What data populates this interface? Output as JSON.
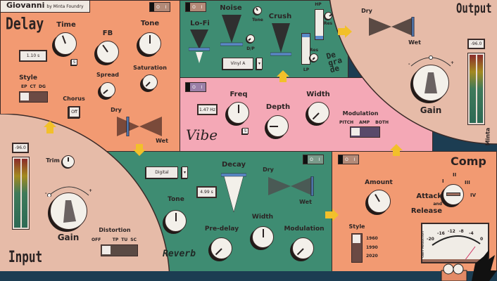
{
  "brand": {
    "name": "Giovanni",
    "by": "by Minta Foundry",
    "footer_logo": "Minta"
  },
  "colors": {
    "orange": "#f29a72",
    "green": "#3e8c72",
    "pink": "#f4a8b6",
    "beige": "#e6bba8",
    "accent_yellow": "#f2c02a",
    "slider_blue": "#5a8ac8",
    "bottom": "#1c3d52"
  },
  "power": {
    "off": "O",
    "on": "I"
  },
  "delay": {
    "title": "Delay",
    "time": {
      "label": "Time",
      "value": -20
    },
    "time_display": "1.10 s",
    "sync": "S",
    "fb": {
      "label": "FB",
      "value": -35
    },
    "tone": {
      "label": "Tone",
      "value": 0
    },
    "saturation": {
      "label": "Saturation",
      "value": -135
    },
    "spread": {
      "label": "Spread",
      "value": -130
    },
    "style": {
      "label": "Style",
      "options": [
        "EP",
        "CT",
        "DG"
      ],
      "selected": "EP"
    },
    "chorus": {
      "label": "Chorus",
      "value": "Off"
    },
    "dry": "Dry",
    "wet": "Wet",
    "mix": 0.2
  },
  "degrade": {
    "title": "De gra de",
    "lofi": "Lo-Fi",
    "noise": "Noise",
    "tone": {
      "label": "Tone",
      "value": -30
    },
    "dp": {
      "label": "D/P",
      "value": -130
    },
    "crush": "Crush",
    "hp": "HP",
    "lp": "LP",
    "res": "Res",
    "res2": "Res",
    "noise_type": "Vinyl A",
    "hp_value": 0.1,
    "lp_value": 0.95
  },
  "vibe": {
    "title": "Vibe",
    "freq": {
      "label": "Freq",
      "value": 0
    },
    "freq_display": "1.47 Hz",
    "sync": "S",
    "depth": {
      "label": "Depth",
      "value": -90
    },
    "width": {
      "label": "Width",
      "value": -135
    },
    "modulation": {
      "label": "Modulation",
      "options": [
        "PITCH",
        "AMP",
        "BOTH"
      ],
      "selected": "PITCH"
    }
  },
  "output": {
    "title": "Output",
    "dry": "Dry",
    "wet": "Wet",
    "mix": 1.0,
    "level": "-96.0",
    "gain": {
      "label": "Gain",
      "minus": "-",
      "plus": "+"
    }
  },
  "input": {
    "title": "Input",
    "level": "-96.0",
    "trim": {
      "label": "Trim",
      "value": 0
    },
    "gain": {
      "label": "Gain",
      "minus": "-",
      "plus": "+"
    },
    "distortion": {
      "label": "Distortion",
      "options": [
        "OFF",
        "TP",
        "TU",
        "SC"
      ],
      "selected": "OFF"
    }
  },
  "reverb": {
    "title": "Reverb",
    "type": "Digital",
    "decay": {
      "label": "Decay"
    },
    "decay_display": "4.99 s",
    "dry": "Dry",
    "wet": "Wet",
    "mix": 1.0,
    "tone": {
      "label": "Tone",
      "value": 0
    },
    "predelay": {
      "label": "Pre-delay",
      "value": -135
    },
    "width": {
      "label": "Width",
      "value": 0
    },
    "modulation": {
      "label": "Modulation",
      "value": -135
    }
  },
  "comp": {
    "title": "Comp",
    "amount": {
      "label": "Amount",
      "value": -30
    },
    "attack": {
      "label": "Attack",
      "and": "and",
      "release": "Release",
      "positions": [
        "I",
        "II",
        "III",
        "IV"
      ],
      "selected": "IV"
    },
    "style": {
      "label": "Style",
      "options": [
        "1960",
        "1990",
        "2020"
      ],
      "selected": "1960"
    },
    "meter": {
      "label": "Gain Reduction",
      "ticks": [
        "-20",
        "-16",
        "-12",
        "-8",
        "-4",
        "0"
      ]
    }
  }
}
